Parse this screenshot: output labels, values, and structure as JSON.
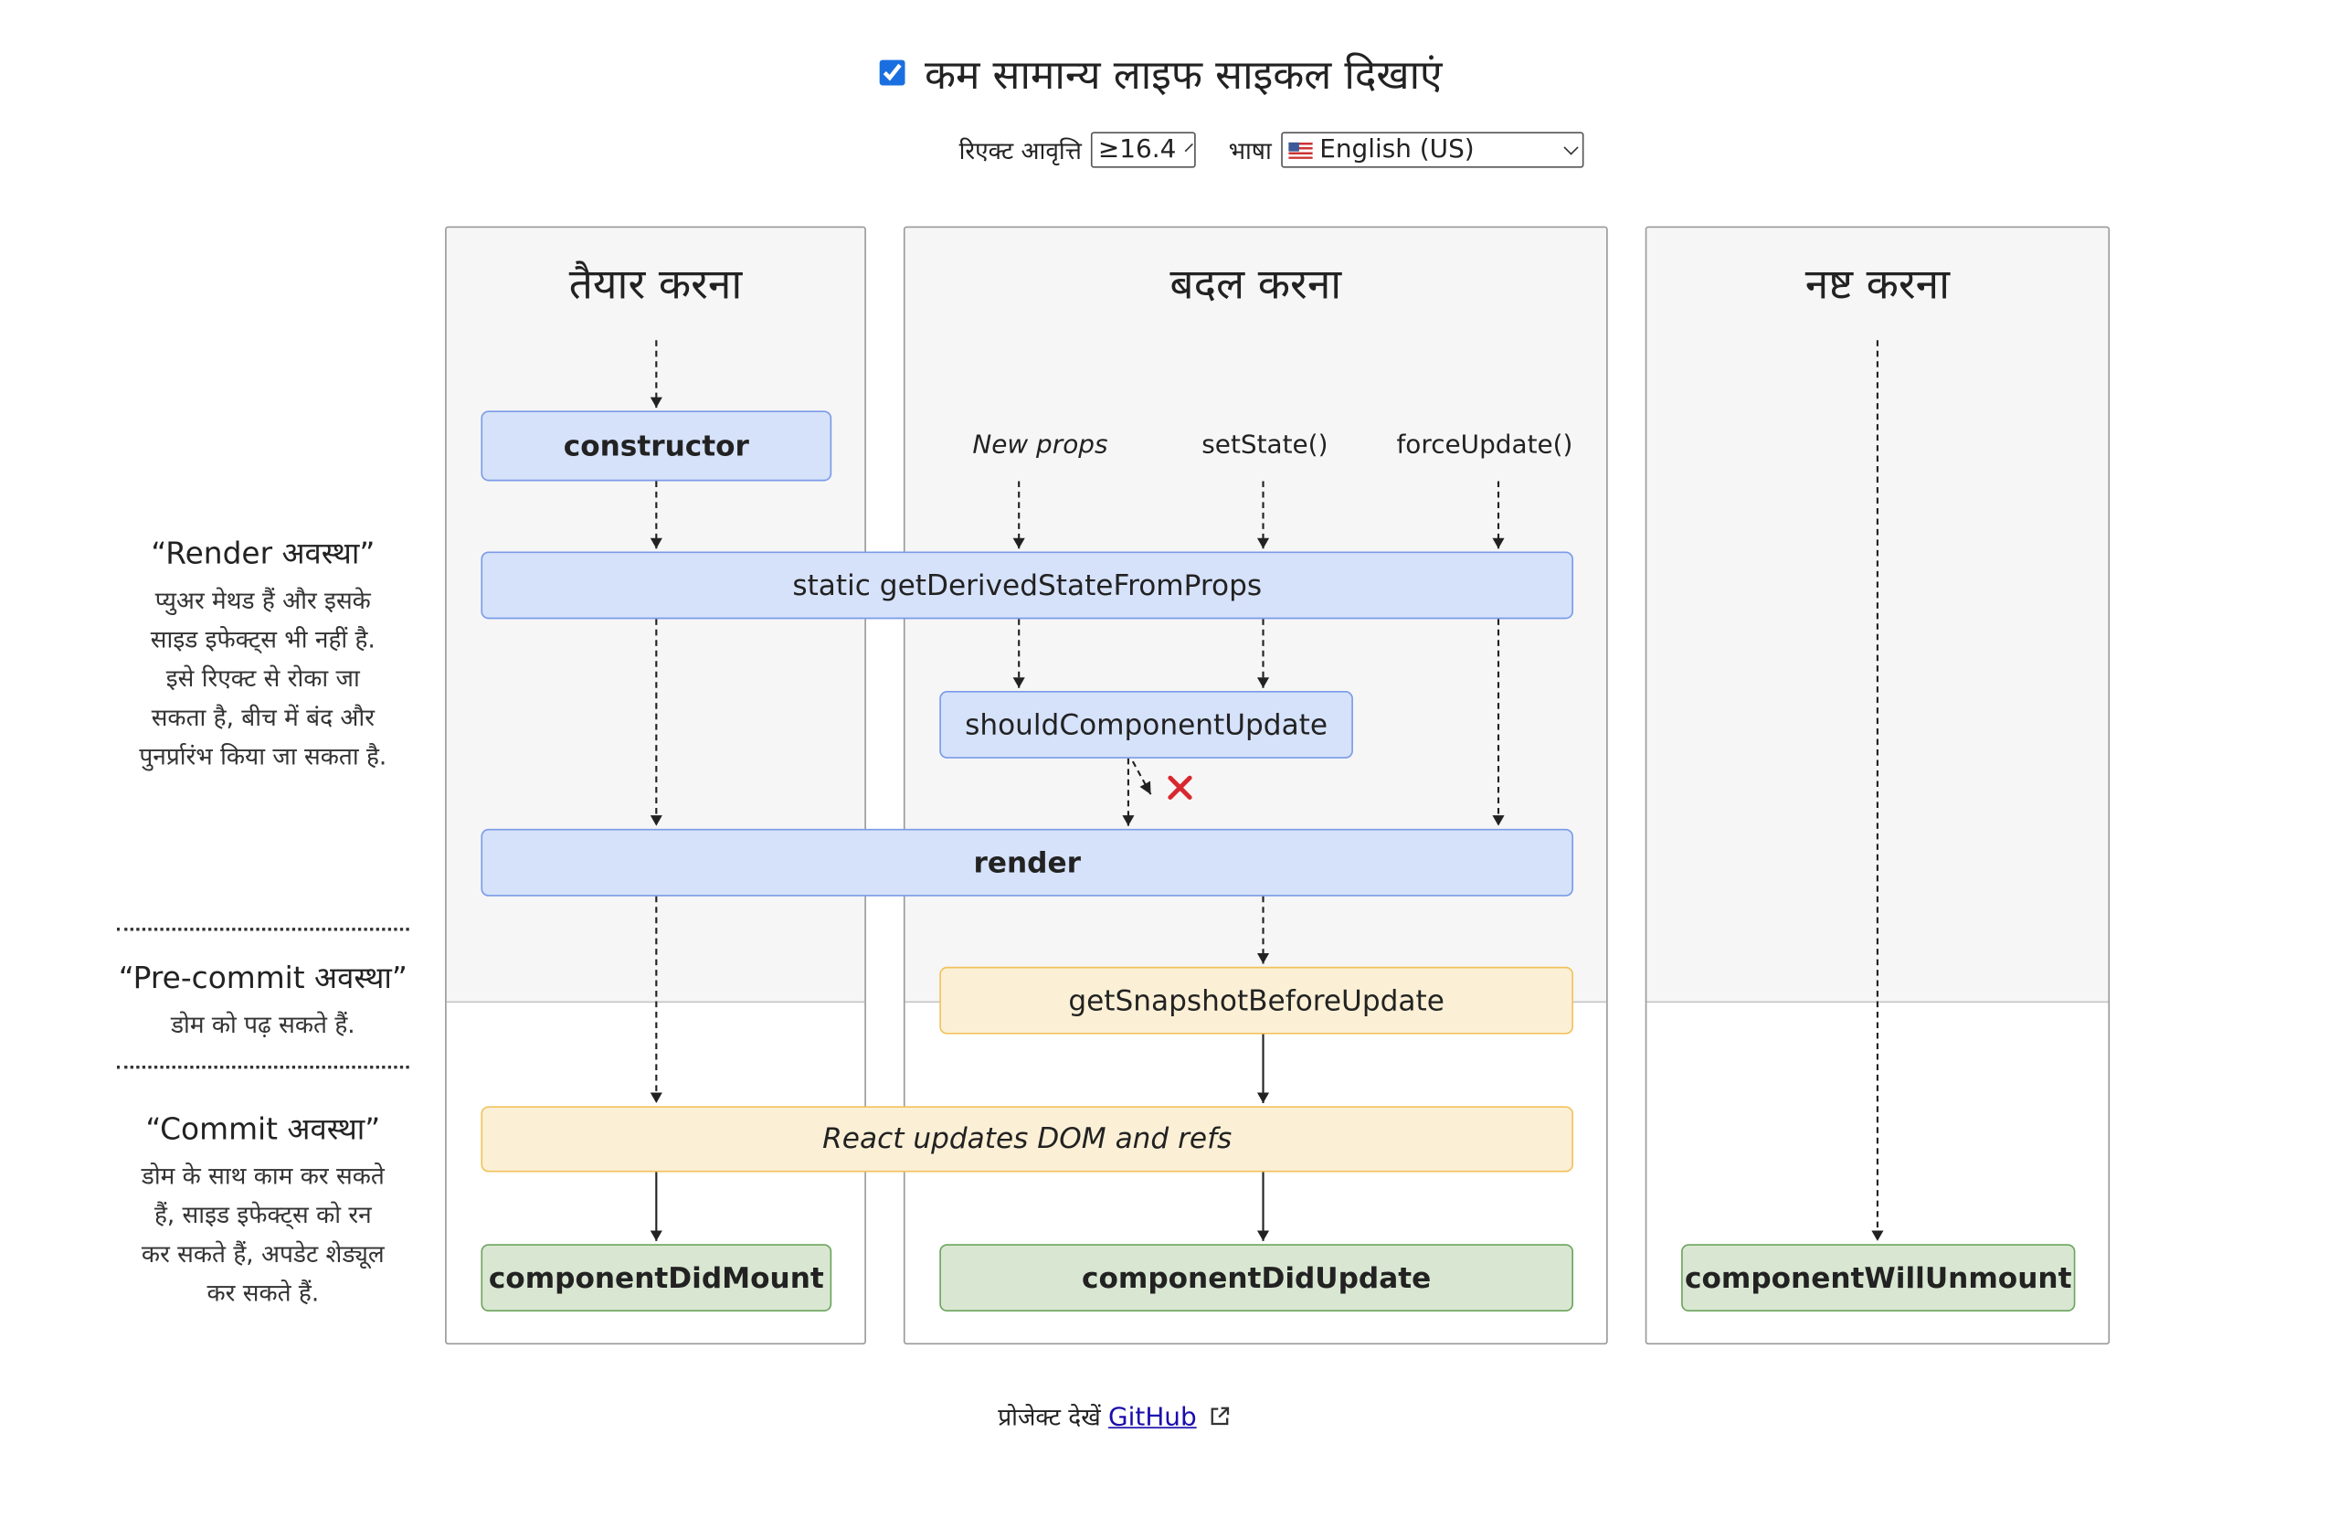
{
  "header": {
    "title": "कम सामान्य लाइफ साइकल दिखाएं",
    "checkbox_checked": true,
    "react_version_label": "रिएक्ट आवृत्ति",
    "react_version_value": "≥16.4",
    "language_label": "भाषा",
    "language_value": "English (US)"
  },
  "columns": {
    "mounting": "तैयार करना",
    "updating": "बदल करना",
    "unmounting": "नष्ट करना"
  },
  "triggers": {
    "new_props": "New props",
    "set_state": "setState()",
    "force_update": "forceUpdate()"
  },
  "methods": {
    "constructor": "constructor",
    "get_derived_state": "static getDerivedStateFromProps",
    "should_component_update": "shouldComponentUpdate",
    "render": "render",
    "get_snapshot": "getSnapshotBeforeUpdate",
    "react_updates": "React updates DOM and refs",
    "component_did_mount": "componentDidMount",
    "component_did_update": "componentDidUpdate",
    "component_will_unmount": "componentWillUnmount"
  },
  "phases": {
    "render": {
      "title": "“Render अवस्था”",
      "lines": [
        "प्युअर मेथड हैं और इसके",
        "साइड इफेक्ट्स भी नहीं है.",
        "इसे रिएक्ट से रोका जा",
        "सकता है, बीच में बंद और",
        "पुनर्प्रारंभ किया जा सकता है."
      ]
    },
    "pre_commit": {
      "title": "“Pre-commit अवस्था”",
      "lines": [
        "डोम को पढ़ सकते हैं."
      ]
    },
    "commit": {
      "title": "“Commit अवस्था”",
      "lines": [
        "डोम के साथ काम कर सकते",
        "हैं, साइड इफेक्ट्स को रन",
        "कर सकते हैं, अपडेट शेड्यूल",
        "कर सकते हैं."
      ]
    }
  },
  "footer": {
    "text": "प्रोजेक्ट देखें",
    "link": "GitHub"
  },
  "colors": {
    "blue_box": "#d6e2fa",
    "yellow_box": "#fbf0d6",
    "green_box": "#d9e7d2",
    "cancel_x": "#d8282f"
  }
}
